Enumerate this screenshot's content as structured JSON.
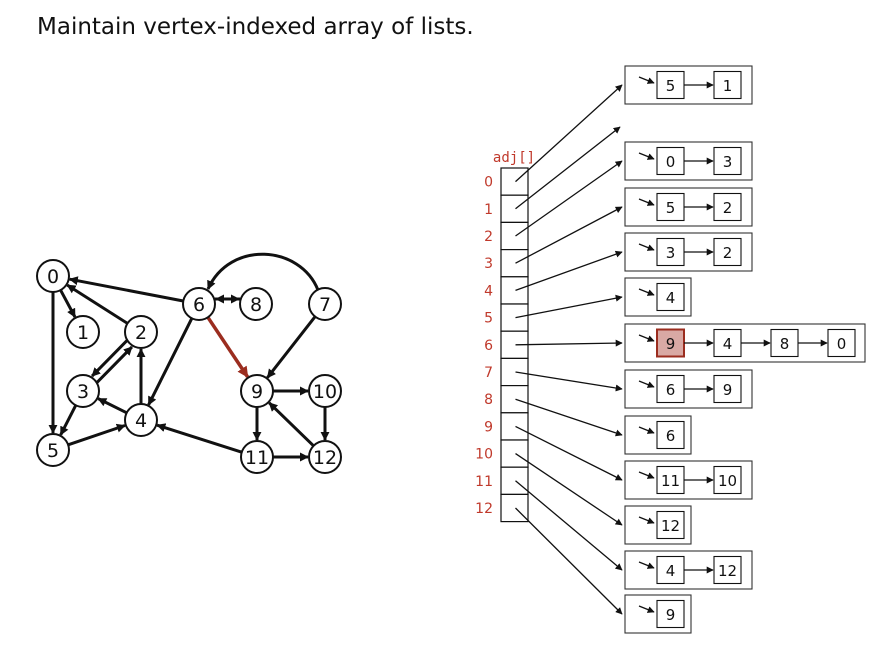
{
  "title": "Maintain vertex-indexed array of lists.",
  "adj_label": "adj[]",
  "colors": {
    "highlight_edge": "#9b2d1f",
    "highlight_cell_fill": "#d9a9a4",
    "highlight_cell_stroke": "#9b2d1f",
    "index_label": "#c0392b",
    "ink": "#111111"
  },
  "graph": {
    "vertices": [
      "0",
      "1",
      "2",
      "3",
      "4",
      "5",
      "6",
      "7",
      "8",
      "9",
      "10",
      "11",
      "12"
    ],
    "edges": [
      {
        "from": "0",
        "to": "1"
      },
      {
        "from": "0",
        "to": "5"
      },
      {
        "from": "2",
        "to": "0"
      },
      {
        "from": "2",
        "to": "3"
      },
      {
        "from": "3",
        "to": "2"
      },
      {
        "from": "3",
        "to": "5"
      },
      {
        "from": "4",
        "to": "2"
      },
      {
        "from": "4",
        "to": "3"
      },
      {
        "from": "5",
        "to": "4"
      },
      {
        "from": "6",
        "to": "0"
      },
      {
        "from": "6",
        "to": "4"
      },
      {
        "from": "6",
        "to": "8"
      },
      {
        "from": "8",
        "to": "6"
      },
      {
        "from": "6",
        "to": "9",
        "highlight": true
      },
      {
        "from": "7",
        "to": "6"
      },
      {
        "from": "7",
        "to": "9"
      },
      {
        "from": "9",
        "to": "10"
      },
      {
        "from": "9",
        "to": "11"
      },
      {
        "from": "10",
        "to": "12"
      },
      {
        "from": "11",
        "to": "4"
      },
      {
        "from": "11",
        "to": "12"
      },
      {
        "from": "12",
        "to": "9"
      }
    ]
  },
  "adjacency": [
    {
      "index": "0",
      "list": [
        "5",
        "1"
      ]
    },
    {
      "index": "1",
      "list": []
    },
    {
      "index": "2",
      "list": [
        "0",
        "3"
      ]
    },
    {
      "index": "3",
      "list": [
        "5",
        "2"
      ]
    },
    {
      "index": "4",
      "list": [
        "3",
        "2"
      ]
    },
    {
      "index": "5",
      "list": [
        "4"
      ]
    },
    {
      "index": "6",
      "list": [
        "9",
        "4",
        "8",
        "0"
      ],
      "highlight_first": true
    },
    {
      "index": "7",
      "list": [
        "6",
        "9"
      ]
    },
    {
      "index": "8",
      "list": [
        "6"
      ]
    },
    {
      "index": "9",
      "list": [
        "11",
        "10"
      ]
    },
    {
      "index": "10",
      "list": [
        "12"
      ]
    },
    {
      "index": "11",
      "list": [
        "4",
        "12"
      ]
    },
    {
      "index": "12",
      "list": [
        "9"
      ]
    }
  ]
}
